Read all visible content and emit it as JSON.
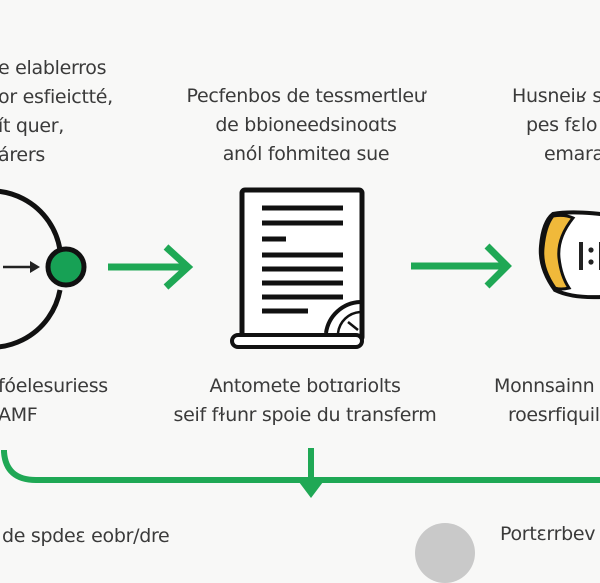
{
  "colors": {
    "background": "#f8f8f7",
    "text": "#3a3a3a",
    "accent_green": "#1fa855",
    "node_green": "#17a155",
    "outline": "#111111",
    "yellow": "#f0b93a"
  },
  "top_labels": {
    "left": [
      "e elablerros",
      "or esfieictté,",
      "ít quer,",
      "árers"
    ],
    "middle": [
      "Pecfenbos de tessmertleư",
      "de bbioneedsinoɑts",
      "anól fohmiteɑ sue"
    ],
    "right": [
      "Husneiʁ s",
      "pes fɛlo",
      "emara"
    ]
  },
  "bottom_labels": {
    "left": [
      "fóelesuriess",
      "AMF"
    ],
    "middle": [
      "Antomete botɪɑriolts",
      "seif fɫunr spoie du transferm"
    ],
    "right": [
      "Monnsainn",
      "roesrfiquil"
    ]
  },
  "footer_labels": {
    "left": "de spdeɛ eobr/dre",
    "right": "Portɛrrbev"
  },
  "icons": {
    "left_node": "circle-node-icon",
    "middle_node": "document-icon",
    "right_node": "ticket-icon",
    "connector": "arrow-right-icon"
  }
}
